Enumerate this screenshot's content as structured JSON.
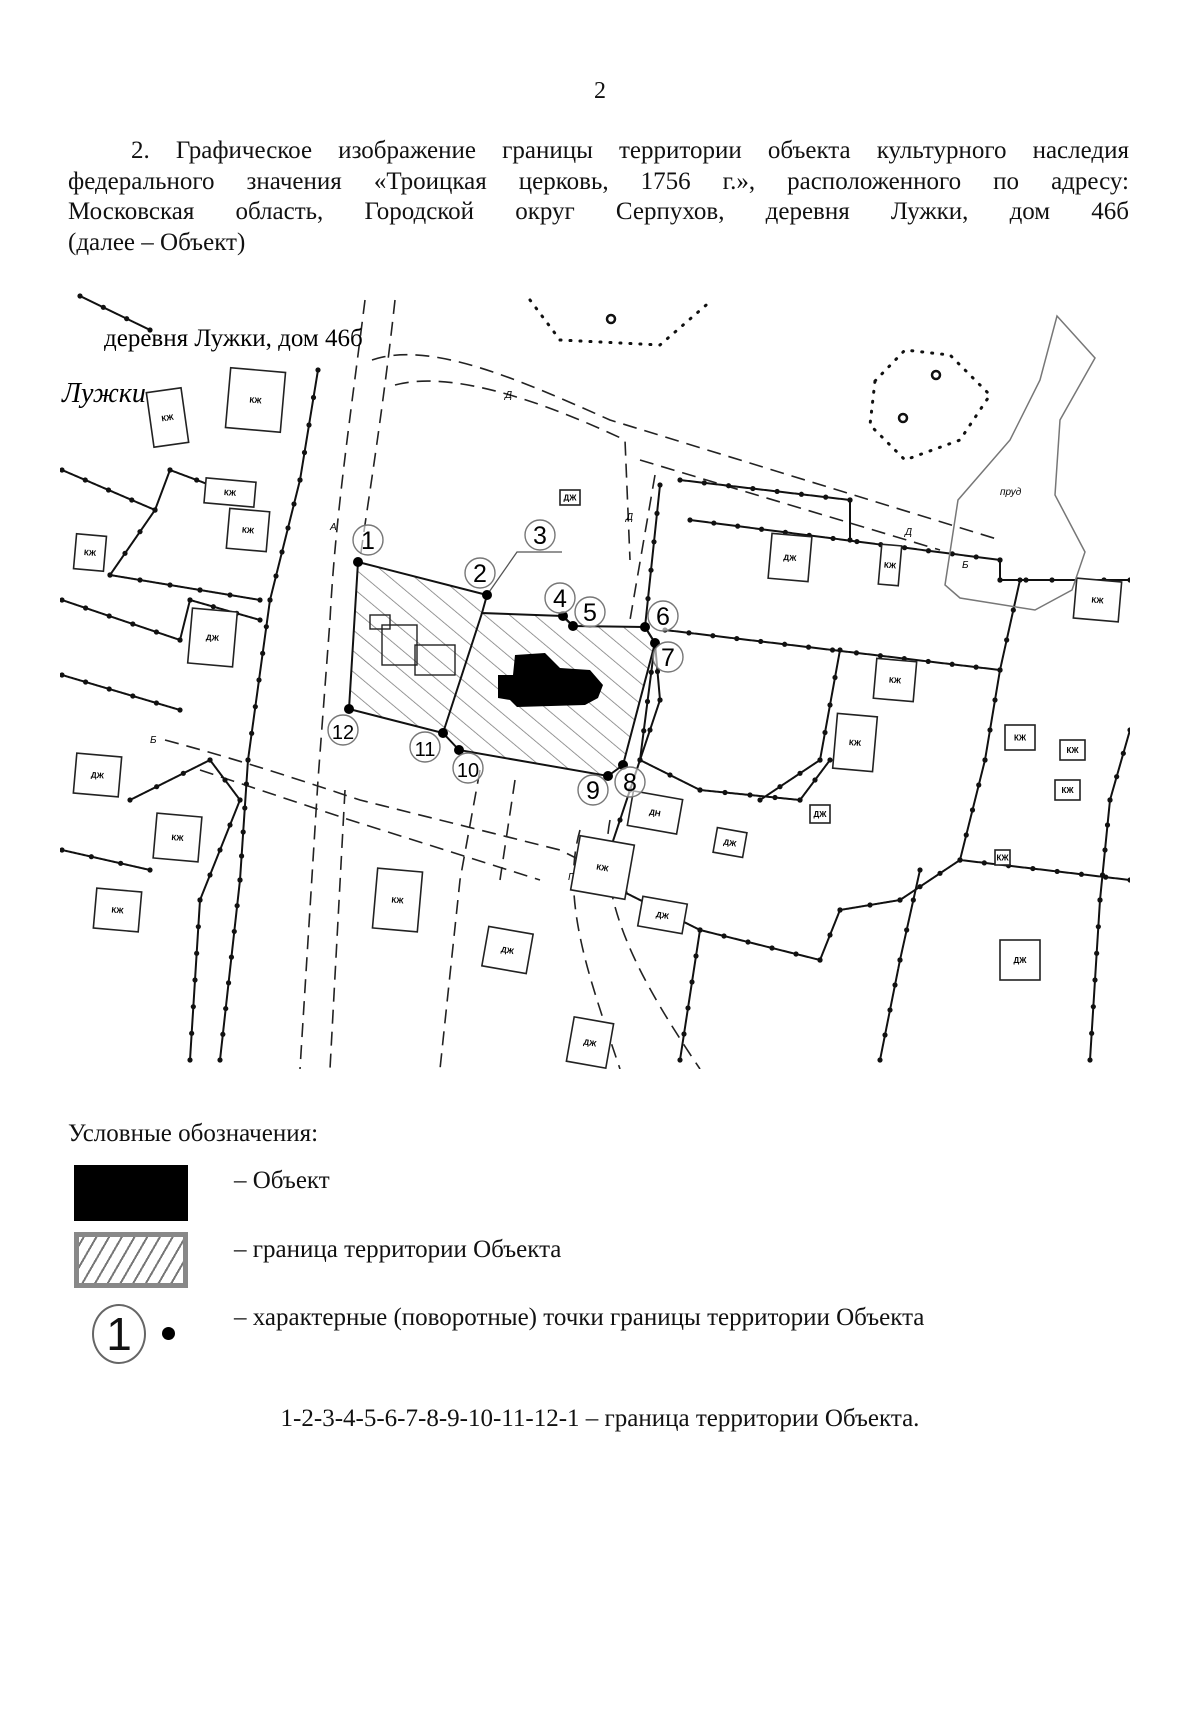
{
  "page_number": "2",
  "paragraph_lines": [
    "2. Графическое изображение границы территории объекта культурного наследия",
    "федерального значения «Троицкая церковь, 1756 г.», расположенного по адресу:",
    "Московская область, Городской округ Серпухов, деревня Лужки, дом 46б",
    "(далее – Объект)"
  ],
  "map": {
    "caption": "деревня Лужки, дом 46б",
    "village_label": "Лужки",
    "pond_label": "пруд",
    "boundary_points": [
      "1",
      "2",
      "3",
      "4",
      "5",
      "6",
      "7",
      "8",
      "9",
      "10",
      "11",
      "12"
    ],
    "building_labels": [
      "КЖ",
      "КЖ",
      "КЖ",
      "КЖ",
      "КЖ",
      "ДЖ",
      "ДЖ",
      "КЖ",
      "КЖ",
      "КЖ",
      "ДЖ",
      "ДЖ",
      "ДН",
      "КЖ",
      "ДЖ",
      "ДЖ"
    ],
    "road_labels": [
      "Д",
      "Д",
      "Д",
      "Б",
      "Б",
      "А",
      "Г"
    ],
    "colors": {
      "object": "#000000",
      "hatch": "#777777",
      "boundary_circle": "#777777"
    }
  },
  "legend": {
    "title": "Условные обозначения:",
    "items": [
      {
        "symbol": "black-box",
        "label": "– Объект"
      },
      {
        "symbol": "hatched-box",
        "label": "– граница территории Объекта"
      },
      {
        "symbol": "point",
        "number": "1",
        "label": "– характерные (поворотные) точки границы территории Объекта"
      }
    ]
  },
  "summary": "1-2-3-4-5-6-7-8-9-10-11-12-1 – граница территории Объекта."
}
